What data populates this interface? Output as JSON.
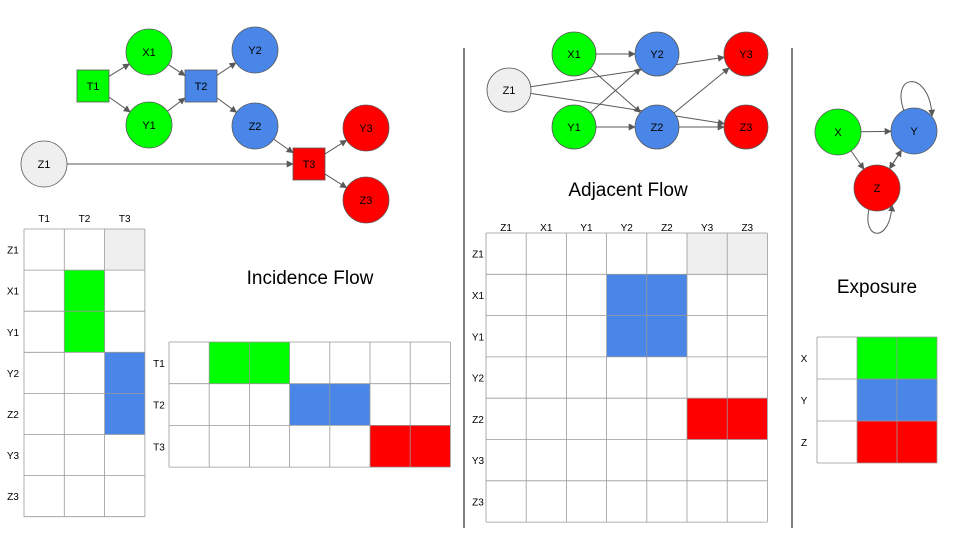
{
  "colors": {
    "green": "#00ff00",
    "blue": "#4a86e8",
    "red": "#ff0000",
    "gray": "#efefef",
    "edge": "#595959",
    "grid": "#999999",
    "white": "#ffffff"
  },
  "titles": {
    "incidence": "Incidence Flow",
    "adjacent": "Adjacent Flow",
    "exposure": "Exposure"
  },
  "incidence_graph": {
    "nodes": [
      {
        "id": "T1",
        "label": "T1",
        "shape": "square",
        "color": "green"
      },
      {
        "id": "X1",
        "label": "X1",
        "shape": "circle",
        "color": "green"
      },
      {
        "id": "Y1",
        "label": "Y1",
        "shape": "circle",
        "color": "green"
      },
      {
        "id": "T2",
        "label": "T2",
        "shape": "square",
        "color": "blue"
      },
      {
        "id": "Y2",
        "label": "Y2",
        "shape": "circle",
        "color": "blue"
      },
      {
        "id": "Z2",
        "label": "Z2",
        "shape": "circle",
        "color": "blue"
      },
      {
        "id": "Z1",
        "label": "Z1",
        "shape": "circle",
        "color": "gray"
      },
      {
        "id": "T3",
        "label": "T3",
        "shape": "square",
        "color": "red"
      },
      {
        "id": "Y3",
        "label": "Y3",
        "shape": "circle",
        "color": "red"
      },
      {
        "id": "Z3",
        "label": "Z3",
        "shape": "circle",
        "color": "red"
      }
    ],
    "edges": [
      [
        "T1",
        "X1"
      ],
      [
        "T1",
        "Y1"
      ],
      [
        "X1",
        "T2"
      ],
      [
        "Y1",
        "T2"
      ],
      [
        "T2",
        "Y2"
      ],
      [
        "T2",
        "Z2"
      ],
      [
        "Z2",
        "T3"
      ],
      [
        "Z1",
        "T3"
      ],
      [
        "T3",
        "Y3"
      ],
      [
        "T3",
        "Z3"
      ]
    ]
  },
  "incidence_matrix": {
    "cols": [
      "T1",
      "T2",
      "T3"
    ],
    "rows": [
      "Z1",
      "X1",
      "Y1",
      "Y2",
      "Z2",
      "Y3",
      "Z3"
    ],
    "fills": [
      {
        "row": "Z1",
        "col": "T3",
        "color": "gray"
      },
      {
        "row": "X1",
        "col": "T2",
        "color": "green"
      },
      {
        "row": "Y1",
        "col": "T2",
        "color": "green"
      },
      {
        "row": "Y2",
        "col": "T3",
        "color": "blue"
      },
      {
        "row": "Z2",
        "col": "T3",
        "color": "blue"
      }
    ]
  },
  "incidence_transpose": {
    "rows": [
      "T1",
      "T2",
      "T3"
    ],
    "fills": [
      {
        "row": 0,
        "col": 1,
        "color": "green"
      },
      {
        "row": 0,
        "col": 2,
        "color": "green"
      },
      {
        "row": 1,
        "col": 3,
        "color": "blue"
      },
      {
        "row": 1,
        "col": 4,
        "color": "blue"
      },
      {
        "row": 2,
        "col": 5,
        "color": "red"
      },
      {
        "row": 2,
        "col": 6,
        "color": "red"
      }
    ]
  },
  "adjacent_graph": {
    "nodes": [
      {
        "id": "X1",
        "label": "X1",
        "color": "green"
      },
      {
        "id": "Y1",
        "label": "Y1",
        "color": "green"
      },
      {
        "id": "Y2",
        "label": "Y2",
        "color": "blue"
      },
      {
        "id": "Z2",
        "label": "Z2",
        "color": "blue"
      },
      {
        "id": "Y3",
        "label": "Y3",
        "color": "red"
      },
      {
        "id": "Z3",
        "label": "Z3",
        "color": "red"
      },
      {
        "id": "Z1",
        "label": "Z1",
        "color": "gray"
      }
    ],
    "edges": [
      [
        "X1",
        "Y2"
      ],
      [
        "X1",
        "Z2"
      ],
      [
        "Y1",
        "Y2"
      ],
      [
        "Y1",
        "Z2"
      ],
      [
        "Z2",
        "Y3"
      ],
      [
        "Z2",
        "Z3"
      ],
      [
        "Z1",
        "Y3"
      ],
      [
        "Z1",
        "Z3"
      ]
    ]
  },
  "adjacent_matrix": {
    "cols": [
      "Z1",
      "X1",
      "Y1",
      "Y2",
      "Z2",
      "Y3",
      "Z3"
    ],
    "rows": [
      "Z1",
      "X1",
      "Y1",
      "Y2",
      "Z2",
      "Y3",
      "Z3"
    ],
    "fills": [
      {
        "row": "Z1",
        "col": "Y3",
        "color": "gray"
      },
      {
        "row": "Z1",
        "col": "Z3",
        "color": "gray"
      },
      {
        "row": "X1",
        "col": "Y2",
        "color": "blue"
      },
      {
        "row": "X1",
        "col": "Z2",
        "color": "blue"
      },
      {
        "row": "Y1",
        "col": "Y2",
        "color": "blue"
      },
      {
        "row": "Y1",
        "col": "Z2",
        "color": "blue"
      },
      {
        "row": "Z2",
        "col": "Y3",
        "color": "red"
      },
      {
        "row": "Z2",
        "col": "Z3",
        "color": "red"
      }
    ]
  },
  "exposure_graph": {
    "nodes": [
      {
        "id": "X",
        "label": "X",
        "color": "green"
      },
      {
        "id": "Y",
        "label": "Y",
        "color": "blue"
      },
      {
        "id": "Z",
        "label": "Z",
        "color": "red"
      }
    ],
    "edges": [
      [
        "X",
        "Y"
      ],
      [
        "X",
        "Z"
      ],
      [
        "Z",
        "Y"
      ],
      [
        "Y",
        "Z"
      ]
    ],
    "self_loops": [
      "Y",
      "Z"
    ]
  },
  "exposure_matrix": {
    "rows": [
      "X",
      "Y",
      "Z"
    ],
    "fills": [
      {
        "row": 0,
        "col": 1,
        "color": "green"
      },
      {
        "row": 0,
        "col": 2,
        "color": "green"
      },
      {
        "row": 1,
        "col": 1,
        "color": "blue"
      },
      {
        "row": 1,
        "col": 2,
        "color": "blue"
      },
      {
        "row": 2,
        "col": 1,
        "color": "red"
      },
      {
        "row": 2,
        "col": 2,
        "color": "red"
      }
    ]
  }
}
